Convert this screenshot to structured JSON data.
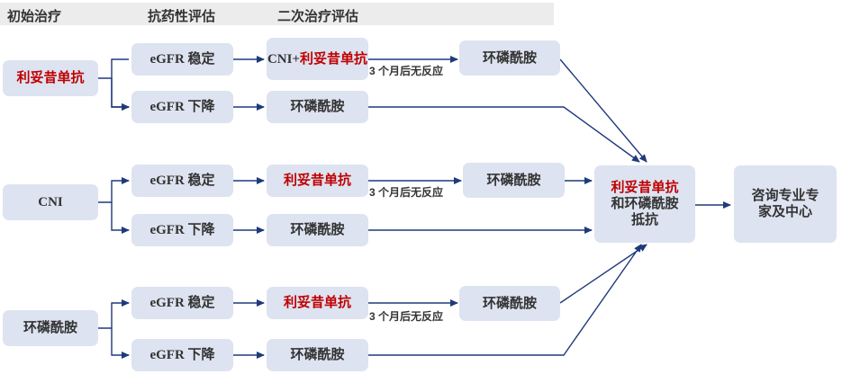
{
  "headers": {
    "col1": "初始治疗",
    "col2": "抗药性评估",
    "col3": "二次治疗评估"
  },
  "rows": [
    {
      "initial": "利妥昔单抗",
      "stable": "eGFR 稳定",
      "stable_tx_prefix": "CNI+",
      "stable_tx": "利妥昔单抗",
      "note": "3 个月后无反应",
      "next": "环磷酰胺",
      "decline": "eGFR 下降",
      "decline_tx": "环磷酰胺"
    },
    {
      "initial": "CNI",
      "stable": "eGFR 稳定",
      "stable_tx": "利妥昔单抗",
      "note": "3 个月后无反应",
      "next": "环磷酰胺",
      "decline": "eGFR 下降",
      "decline_tx": "环磷酰胺"
    },
    {
      "initial": "环磷酰胺",
      "stable": "eGFR 稳定",
      "stable_tx": "利妥昔单抗",
      "note": "3 个月后无反应",
      "next": "环磷酰胺",
      "decline": "eGFR 下降",
      "decline_tx": "环磷酰胺"
    }
  ],
  "resistant": {
    "line1": "利妥昔单抗",
    "line2": "和环磷酰胺",
    "line3": "抵抗"
  },
  "consult": {
    "line1": "咨询专业专",
    "line2": "家及中心"
  },
  "colors": {
    "box": "#dde3f0",
    "accent_red": "#c00000",
    "arrow": "#1f3a7a"
  }
}
